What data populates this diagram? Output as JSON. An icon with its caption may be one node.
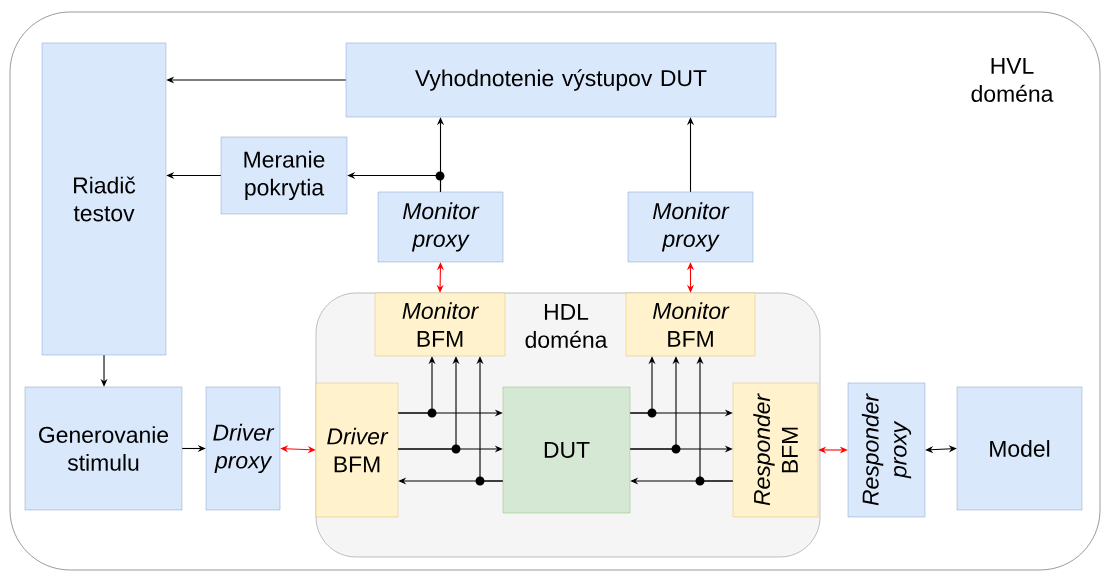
{
  "diagram": {
    "nodes": [
      {
        "text": [
          "HVL doména"
        ]
      },
      {
        "text": [
          "Vyhodnotenie výstupov DUT"
        ],
        "in": 0
      },
      {
        "text": [
          "Riadič testov"
        ],
        "in": 0
      },
      {
        "text": [
          "Meranie pokrytia"
        ],
        "in": 0
      },
      {
        "text": [
          "Monitor proxy"
        ],
        "in": 0
      },
      {
        "text": [
          "Monitor proxy"
        ],
        "in": 0
      },
      {
        "text": [
          "HDL doména"
        ],
        "in": 0
      },
      {
        "text": [
          "*Monitor* BFM"
        ],
        "in": 6
      },
      {
        "text": [
          "*Monitor* BFM"
        ],
        "in": 6
      },
      {
        "text": [
          "Generovanie stimulu"
        ],
        "in": 0
      },
      {
        "text": [
          "Driver proxy"
        ],
        "in": 0
      },
      {
        "text": [
          "*Driver* BFM"
        ],
        "in": 6
      },
      {
        "text": [
          "DUT"
        ],
        "in": 6
      },
      {
        "text": [
          "*Responder* BFM"
        ],
        "in": 6
      },
      {
        "text": [
          "Responder proxy"
        ],
        "in": 0
      },
      {
        "text": [
          "Model"
        ],
        "in": 0
      }
    ],
    "edges": [
      {
        "from": 1,
        "to": 2,
        "arrow": "to"
      },
      {
        "from": 3,
        "to": 2,
        "arrow": "to"
      },
      {
        "from": 4,
        "to": 1,
        "arrow": "to"
      },
      {
        "from": 4,
        "to": 3,
        "arrow": "to"
      },
      {
        "from": 5,
        "to": 1,
        "arrow": "to"
      },
      {
        "from": 4,
        "to": 7,
        "arrow": "both",
        "color": "#ff0000"
      },
      {
        "from": 5,
        "to": 8,
        "arrow": "both",
        "color": "#ff0000"
      },
      {
        "from": 2,
        "to": 9,
        "arrow": "to"
      },
      {
        "from": 9,
        "to": 10,
        "arrow": "to"
      },
      {
        "from": 10,
        "to": 11,
        "arrow": "both",
        "color": "#ff0000"
      },
      {
        "from": 11,
        "to": 12,
        "arrow": "to"
      },
      {
        "from": 11,
        "to": 12,
        "arrow": "to"
      },
      {
        "from": 12,
        "to": 11,
        "arrow": "to"
      },
      {
        "from": 11,
        "to": 7,
        "arrow": "to"
      },
      {
        "from": 11,
        "to": 7,
        "arrow": "to"
      },
      {
        "from": 12,
        "to": 7,
        "arrow": "to"
      },
      {
        "from": 12,
        "to": 13,
        "arrow": "to"
      },
      {
        "from": 12,
        "to": 13,
        "arrow": "to"
      },
      {
        "from": 13,
        "to": 12,
        "arrow": "to"
      },
      {
        "from": 12,
        "to": 8,
        "arrow": "to"
      },
      {
        "from": 12,
        "to": 8,
        "arrow": "to"
      },
      {
        "from": 13,
        "to": 8,
        "arrow": "to"
      },
      {
        "from": 13,
        "to": 14,
        "arrow": "both",
        "color": "#ff0000"
      },
      {
        "from": 14,
        "to": 15,
        "arrow": "both"
      }
    ]
  }
}
